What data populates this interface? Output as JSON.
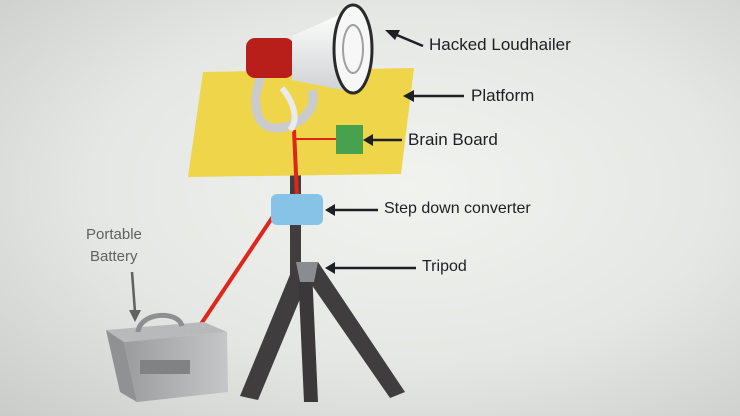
{
  "labels": {
    "loudhailer": "Hacked Loudhailer",
    "platform": "Platform",
    "brain_board": "Brain Board",
    "converter": "Step down converter",
    "tripod": "Tripod",
    "battery_line1": "Portable",
    "battery_line2": "Battery"
  },
  "colors": {
    "platform": "#efd54a",
    "brain_board": "#46a24e",
    "converter": "#86c3e6",
    "wire": "#e0261b",
    "tripod": "#3f3d3e",
    "battery": "#a8a9ab",
    "megaphone_red": "#b81f1a"
  }
}
